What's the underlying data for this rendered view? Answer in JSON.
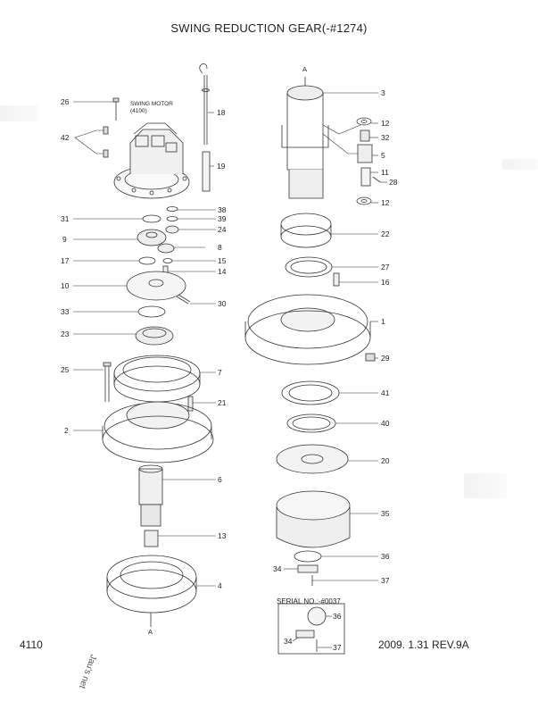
{
  "title": "SWING REDUCTION GEAR(-#1274)",
  "page_code": "4110",
  "revision_date": "2009. 1.31  REV.9A",
  "motor_note": [
    "SWING MOTOR",
    "(4100)"
  ],
  "serial_note": "SERIAL NO.:-#0037",
  "watermark": "Jau's net",
  "shaft_marker": "A",
  "callouts": {
    "p26": "26",
    "p42": "42",
    "p18": "18",
    "p19": "19",
    "p38": "38",
    "p31": "31",
    "p39": "39",
    "p24": "24",
    "p9": "9",
    "p8": "8",
    "p17": "17",
    "p15": "15",
    "p14": "14",
    "p10": "10",
    "p30": "30",
    "p33": "33",
    "p23": "23",
    "p25": "25",
    "p7": "7",
    "p21": "21",
    "p2": "2",
    "p6": "6",
    "p13": "13",
    "p4": "4",
    "p3": "3",
    "p12a": "12",
    "p32": "32",
    "p5": "5",
    "p11": "11",
    "p28": "28",
    "p12b": "12",
    "p22": "22",
    "p27": "27",
    "p16": "16",
    "p1": "1",
    "p29": "29",
    "p41": "41",
    "p40": "40",
    "p20": "20",
    "p35": "35",
    "p36": "36",
    "p34": "34",
    "p37": "37",
    "p36s": "36",
    "p34s": "34",
    "p37s": "37"
  }
}
